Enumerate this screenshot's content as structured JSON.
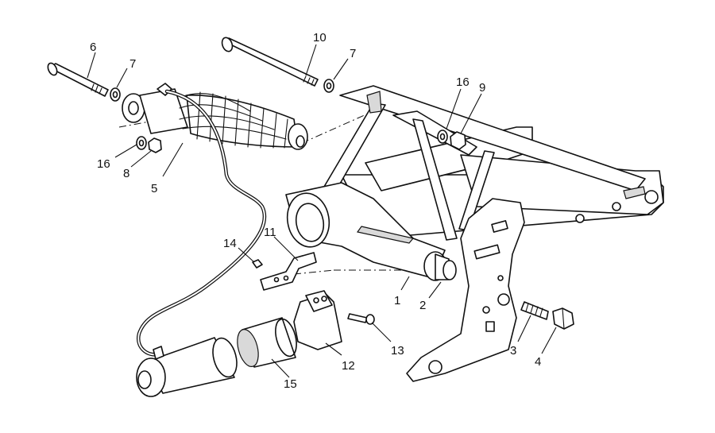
{
  "callouts": {
    "c1": "1",
    "c2": "2",
    "c3": "3",
    "c4": "4",
    "c5": "5",
    "c6": "6",
    "c7a": "7",
    "c7b": "7",
    "c8": "8",
    "c9": "9",
    "c10": "10",
    "c11": "11",
    "c12": "12",
    "c13": "13",
    "c14": "14",
    "c15": "15",
    "c16a": "16",
    "c16b": "16"
  },
  "colors": {
    "line": "#111111",
    "background": "#ffffff",
    "hatch": "#d9d9d9"
  }
}
